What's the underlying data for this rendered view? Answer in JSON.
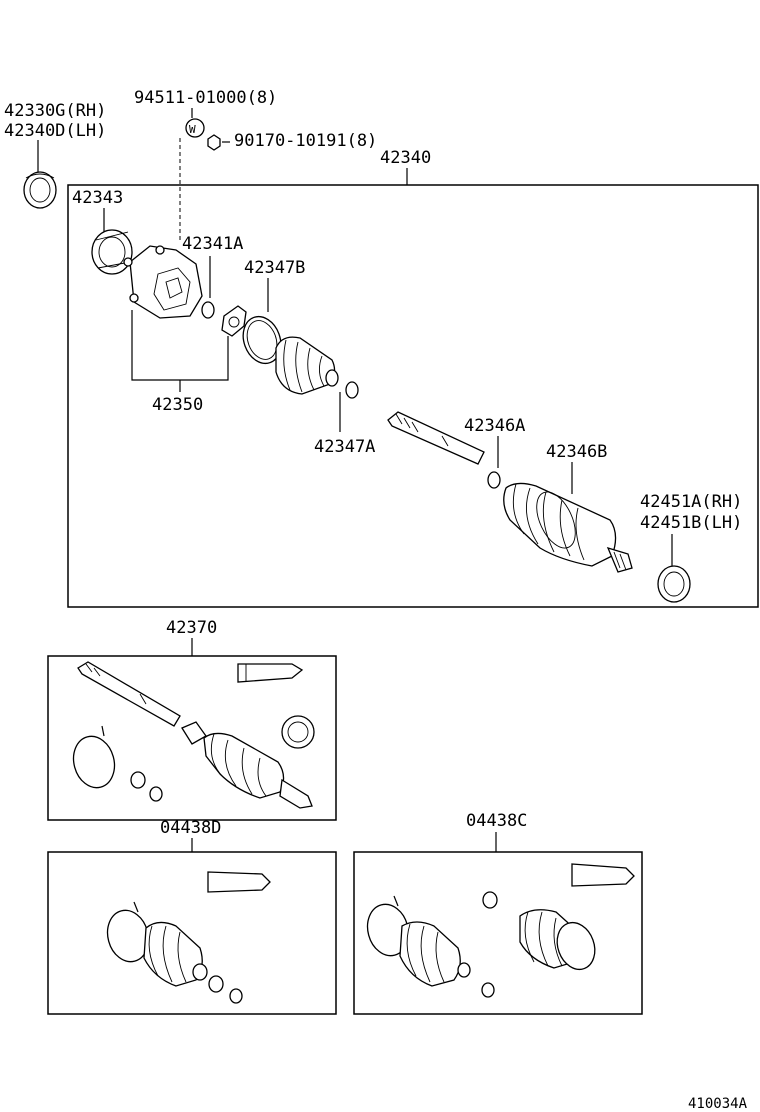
{
  "labels": {
    "p42330g": "42330G(RH)",
    "p42340d": "42340D(LH)",
    "p94511": "94511-01000(8)",
    "w_mark": "W",
    "p90170": "90170-10191(8)",
    "p42340": "42340",
    "p42343": "42343",
    "p42341a": "42341A",
    "p42347b": "42347B",
    "p42350": "42350",
    "p42347a": "42347A",
    "p42346a": "42346A",
    "p42346b": "42346B",
    "p42451a": "42451A(RH)",
    "p42451b": "42451B(LH)",
    "p42370": "42370",
    "p04438d": "04438D",
    "p04438c": "04438C",
    "diagram_id": "410034A"
  }
}
